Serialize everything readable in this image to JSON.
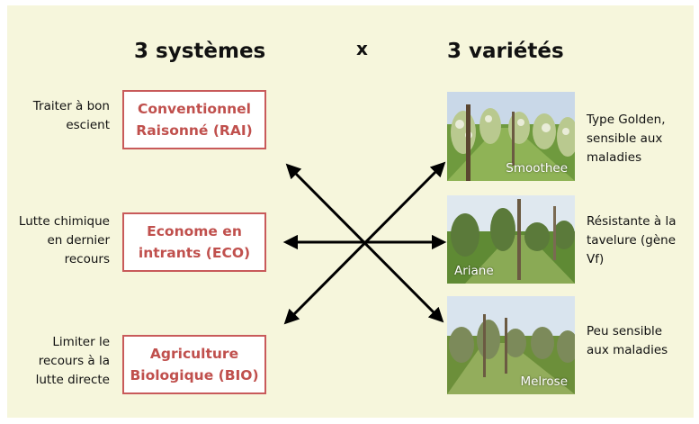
{
  "headings": {
    "systems": "3 systèmes",
    "times": "x",
    "varieties": "3 variétés"
  },
  "systems": [
    {
      "line1": "Conventionnel",
      "line2": "Raisonné (RAI)",
      "note_lines": [
        "Traiter à bon",
        "escient"
      ]
    },
    {
      "line1": "Econome en",
      "line2": "intrants (ECO)",
      "note_lines": [
        "Lutte chimique",
        "en dernier",
        "recours"
      ]
    },
    {
      "line1": "Agriculture",
      "line2": "Biologique (BIO)",
      "note_lines": [
        "Limiter le",
        "recours à la",
        "lutte directe"
      ]
    }
  ],
  "varieties": [
    {
      "photo_label": "Smoothee",
      "note_lines": [
        "Type Golden,",
        "sensible aux",
        "maladies"
      ]
    },
    {
      "photo_label": "Ariane",
      "note_lines": [
        "Résistante à la",
        "tavelure (gène",
        "Vf)"
      ]
    },
    {
      "photo_label": "Melrose",
      "note_lines": [
        "Peu sensible",
        "aux maladies"
      ]
    }
  ],
  "colors": {
    "background": "#f6f6dc",
    "box_border": "#c85a5a",
    "box_text": "#c0504d",
    "arrow": "#000000"
  }
}
